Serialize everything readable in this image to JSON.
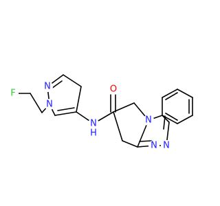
{
  "colors": {
    "background": "#ffffff",
    "bond": "#000000",
    "carbon": "#000000",
    "nitrogen": "#2020ff",
    "oxygen": "#ff0000",
    "fluorine": "#33cc33"
  },
  "atoms": {
    "f": {
      "label": "F",
      "element": "fluorine"
    },
    "n1": {
      "label": "N",
      "element": "nitrogen"
    },
    "n2": {
      "label": "N",
      "element": "nitrogen"
    },
    "nh": {
      "label": "N",
      "element": "nitrogen"
    },
    "h": {
      "label": "H",
      "element": "nitrogen"
    },
    "o": {
      "label": "O",
      "element": "oxygen"
    },
    "n4": {
      "label": "N",
      "element": "nitrogen"
    },
    "n5": {
      "label": "N",
      "element": "nitrogen"
    },
    "n6": {
      "label": "N",
      "element": "nitrogen"
    }
  }
}
